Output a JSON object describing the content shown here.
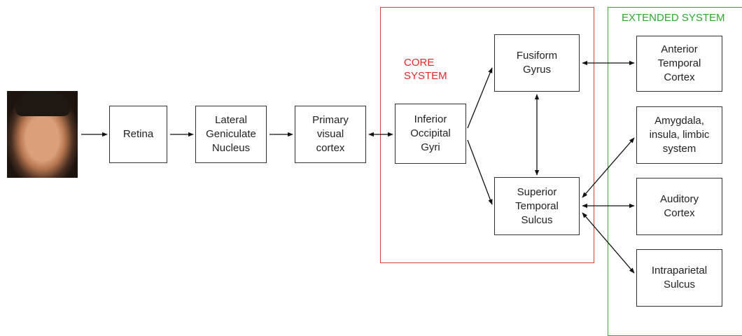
{
  "core_system": {
    "label": "CORE\nSYSTEM",
    "border_color": "#e23b3b",
    "label_color": "#e8262a"
  },
  "extended_system": {
    "label": "EXTENDED SYSTEM",
    "border_color": "#3aa83a",
    "label_color": "#2ea82e"
  },
  "nodes": {
    "retina": "Retina",
    "lgn": "Lateral\nGeniculate\nNucleus",
    "v1": "Primary\nvisual\ncortex",
    "iog": "Inferior\nOccipital\nGyri",
    "fg": "Fusiform\nGyrus",
    "sts": "Superior\nTemporal\nSulcus",
    "atc": "Anterior\nTemporal\nCortex",
    "amy": "Amygdala,\ninsula, limbic\nsystem",
    "aud": "Auditory\nCortex",
    "ips": "Intraparietal\nSulcus"
  },
  "edges": [
    {
      "from": "face",
      "to": "retina",
      "direction": "forward"
    },
    {
      "from": "retina",
      "to": "lgn",
      "direction": "forward"
    },
    {
      "from": "lgn",
      "to": "v1",
      "direction": "forward"
    },
    {
      "from": "v1",
      "to": "iog",
      "direction": "both"
    },
    {
      "from": "iog",
      "to": "fg",
      "direction": "forward"
    },
    {
      "from": "iog",
      "to": "sts",
      "direction": "forward"
    },
    {
      "from": "fg",
      "to": "sts",
      "direction": "both"
    },
    {
      "from": "fg",
      "to": "atc",
      "direction": "both"
    },
    {
      "from": "sts",
      "to": "amy",
      "direction": "both"
    },
    {
      "from": "sts",
      "to": "aud",
      "direction": "both"
    },
    {
      "from": "sts",
      "to": "ips",
      "direction": "both"
    }
  ]
}
